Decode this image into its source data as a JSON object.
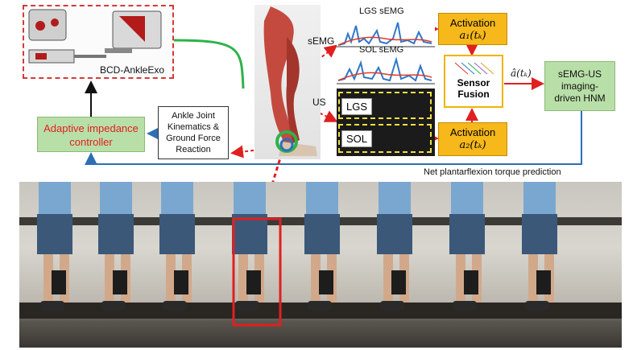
{
  "exo": {
    "label": "BCD-AnkleExo"
  },
  "signals": {
    "semg": "sEMG",
    "us": "US"
  },
  "semg_panel": {
    "lgs": "LGS sEMG",
    "sol": "SOL sEMG"
  },
  "us_panel": {
    "lgs": "LGS",
    "sol": "SOL"
  },
  "activation1": {
    "title": "Activation",
    "symbol": "a₁(tₖ)"
  },
  "activation2": {
    "title": "Activation",
    "symbol": "a₂(tₖ)"
  },
  "fusion": {
    "line1": "Sensor",
    "line2": "Fusion"
  },
  "fused_symbol": "â(tₖ)",
  "hnm": {
    "line1": "sEMG-US",
    "line2": "imaging-",
    "line3": "driven HNM"
  },
  "controller": {
    "line1": "Adaptive impedance",
    "line2": "controller"
  },
  "kinematics": {
    "line1": "Ankle Joint",
    "line2": "Kinematics &",
    "line3": "Ground Force",
    "line4": "Reaction"
  },
  "torque_label": "Net plantarflexion torque prediction",
  "colors": {
    "red": "#e02020",
    "blue": "#2d6fb5",
    "green_box": "#b9dfa8",
    "activation": "#f6b81a",
    "cable": "#2fb24a"
  },
  "icons": [
    "exoskeleton-render",
    "leg-musculature",
    "semg-signal",
    "ultrasound-image",
    "walking-sequence"
  ]
}
